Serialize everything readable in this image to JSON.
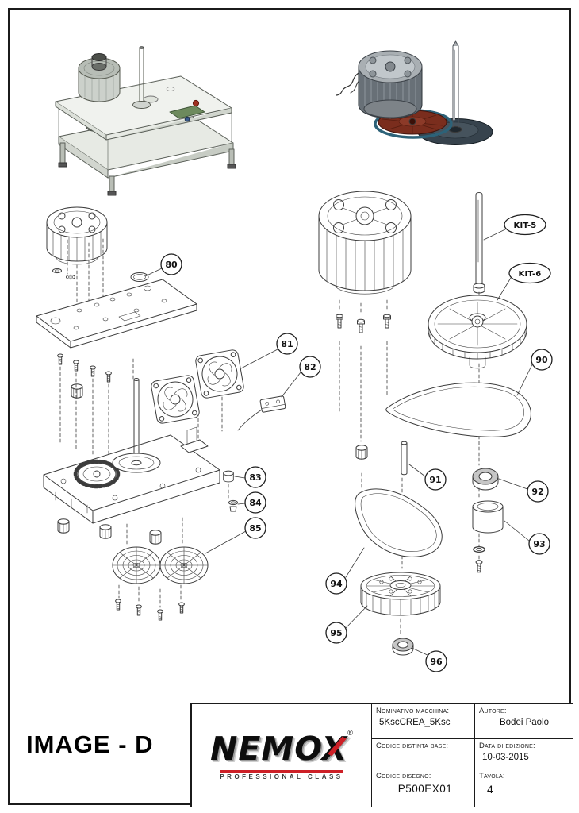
{
  "page": {
    "image_label": "IMAGE - D"
  },
  "callouts": {
    "c80": "80",
    "c81": "81",
    "c82": "82",
    "c83": "83",
    "c84": "84",
    "c85": "85",
    "kit5": "KIT-5",
    "kit6": "KIT-6",
    "c90": "90",
    "c91": "91",
    "c92": "92",
    "c93": "93",
    "c94": "94",
    "c95": "95",
    "c96": "96"
  },
  "title_block": {
    "logo": {
      "name": "NEMOX",
      "reg": "®",
      "subtitle": "PROFESSIONAL CLASS",
      "accent_color": "#cd2027"
    },
    "fields": [
      {
        "label": "Nominativo macchina:",
        "value": "5KscCREA_5Ksc"
      },
      {
        "label": "Autore:",
        "value": "Bodei Paolo"
      },
      {
        "label": "Codice distinta base:",
        "value": ""
      },
      {
        "label": "Data di edizione:",
        "value": "10-03-2015"
      },
      {
        "label": "Codice disegno:",
        "value": "P500EX01"
      },
      {
        "label": "Tavola:",
        "value": "4"
      }
    ]
  }
}
